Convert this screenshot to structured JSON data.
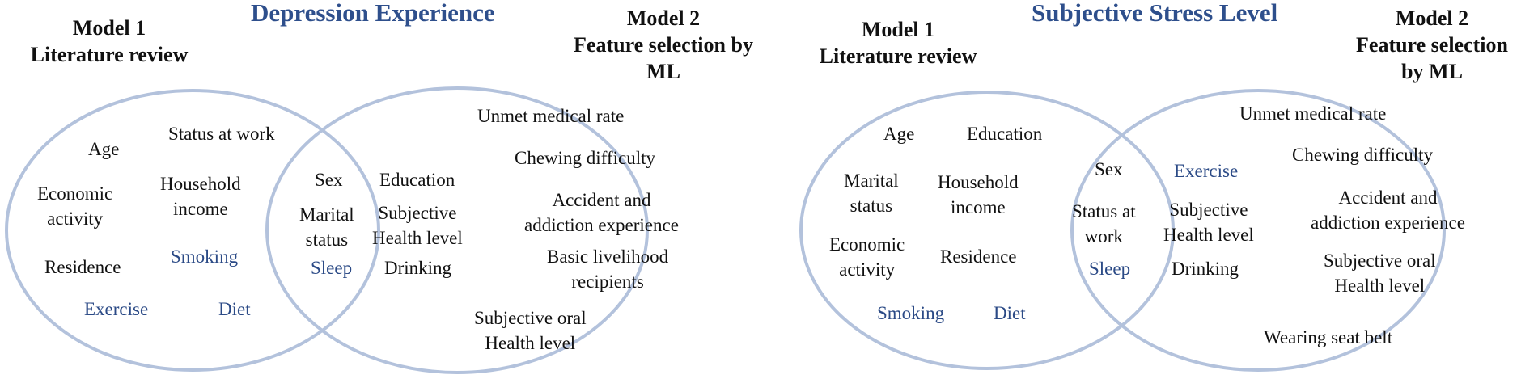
{
  "panels": [
    {
      "title": "Depression Experience",
      "model1": {
        "line1": "Model 1",
        "line2": "Literature review"
      },
      "model2": {
        "line1": "Model 2",
        "line2": "Feature selection by",
        "line3": "ML"
      },
      "left_only": [
        "Age",
        "Status at work",
        "Economic",
        "activity",
        "Household",
        "income",
        "Residence",
        "Smoking",
        "Exercise",
        "Diet"
      ],
      "overlap": [
        "Sex",
        "Education",
        "Marital",
        "status",
        "Subjective",
        "Health level",
        "Sleep",
        "Drinking"
      ],
      "right_only": [
        "Unmet medical rate",
        "Chewing difficulty",
        "Accident and",
        "addiction experience",
        "Basic livelihood",
        "recipients",
        "Subjective oral",
        "Health level"
      ]
    },
    {
      "title": "Subjective Stress Level",
      "model1": {
        "line1": "Model 1",
        "line2": "Literature review"
      },
      "model2": {
        "line1": "Model 2",
        "line2": "Feature selection",
        "line3": "by ML"
      },
      "left_only": [
        "Age",
        "Education",
        "Marital",
        "status",
        "Household",
        "income",
        "Economic",
        "activity",
        "Residence",
        "Smoking",
        "Diet"
      ],
      "overlap": [
        "Sex",
        "Exercise",
        "Status at",
        "work",
        "Subjective",
        "Health level",
        "Sleep",
        "Drinking"
      ],
      "right_only": [
        "Unmet medical rate",
        "Chewing difficulty",
        "Accident and",
        "addiction experience",
        "Subjective oral",
        "Health level",
        "Wearing seat belt"
      ]
    }
  ],
  "colors": {
    "ellipse_stroke": "#b3c2dc",
    "title": "#2e4f8c",
    "highlight_text": "#2b4a86"
  }
}
